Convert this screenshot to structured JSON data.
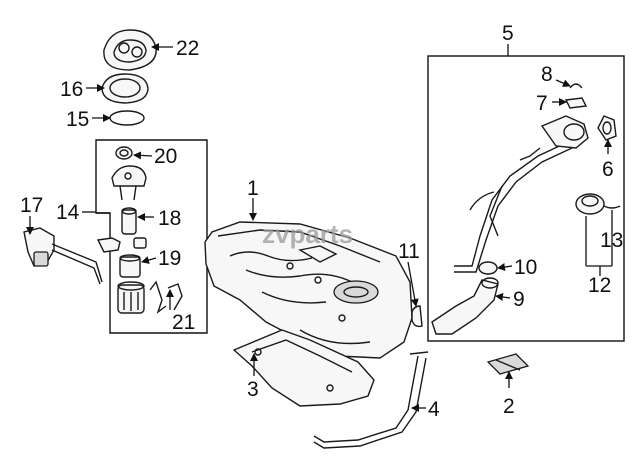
{
  "watermark": "zvparts",
  "callouts": {
    "c1": "1",
    "c2": "2",
    "c3": "3",
    "c4": "4",
    "c5": "5",
    "c6": "6",
    "c7": "7",
    "c8": "8",
    "c9": "9",
    "c10": "10",
    "c11": "11",
    "c12": "12",
    "c13": "13",
    "c14": "14",
    "c15": "15",
    "c16": "16",
    "c17": "17",
    "c18": "18",
    "c19": "19",
    "c20": "20",
    "c21": "21",
    "c22": "22"
  }
}
